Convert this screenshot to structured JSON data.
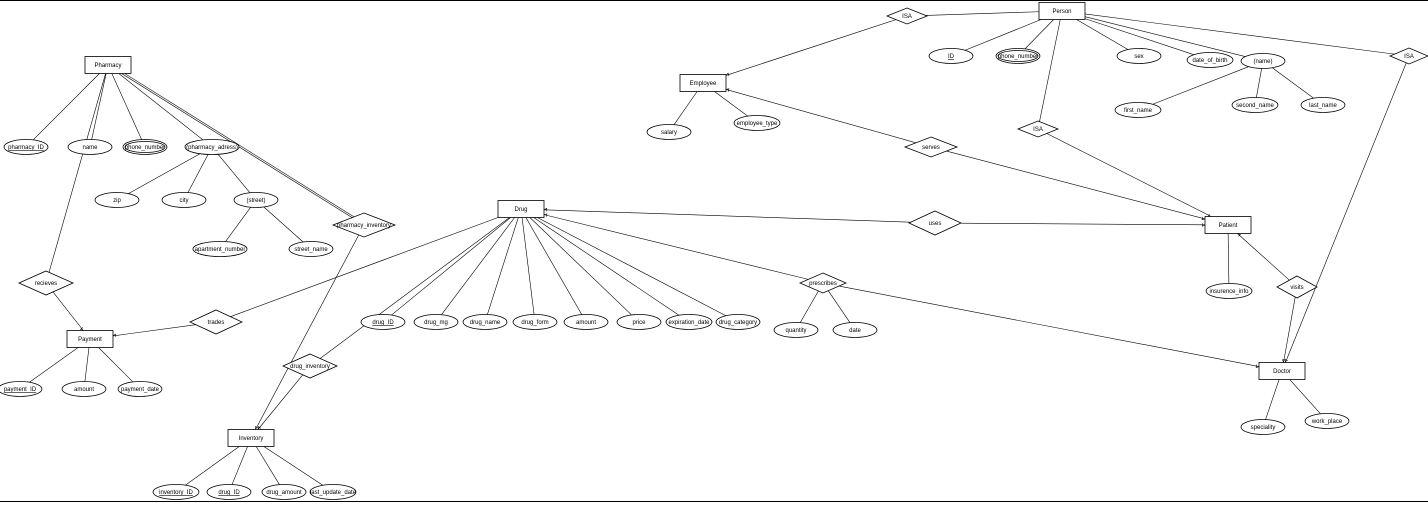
{
  "entities": [
    {
      "id": "pharmacy",
      "label": "Pharmacy"
    },
    {
      "id": "person",
      "label": "Person"
    },
    {
      "id": "employee",
      "label": "Employee"
    },
    {
      "id": "drug",
      "label": "Drug"
    },
    {
      "id": "patient",
      "label": "Patient"
    },
    {
      "id": "payment",
      "label": "Payment"
    },
    {
      "id": "inventory",
      "label": "Inventory"
    },
    {
      "id": "doctor",
      "label": "Doctor"
    }
  ],
  "attributes": [
    {
      "id": "pharmacy_id",
      "label": "pharmacy_ID",
      "key": true
    },
    {
      "id": "pharmacy_name",
      "label": "name"
    },
    {
      "id": "pharmacy_phone",
      "label": "phone_number",
      "multivalued": true
    },
    {
      "id": "pharmacy_adress",
      "label": "(pharmacy_adress)"
    },
    {
      "id": "zip",
      "label": "zip"
    },
    {
      "id": "city",
      "label": "city"
    },
    {
      "id": "street",
      "label": "(street)"
    },
    {
      "id": "apartment_number",
      "label": "apartment_number"
    },
    {
      "id": "street_name",
      "label": "street_name"
    },
    {
      "id": "person_id",
      "label": "ID",
      "key": true
    },
    {
      "id": "person_phone",
      "label": "phone_number",
      "multivalued": true
    },
    {
      "id": "sex",
      "label": "sex"
    },
    {
      "id": "date_of_birth",
      "label": "date_of_birth"
    },
    {
      "id": "name_comp",
      "label": "(name)"
    },
    {
      "id": "first_name",
      "label": "first_name"
    },
    {
      "id": "second_name",
      "label": "second_name"
    },
    {
      "id": "last_name",
      "label": "last_name"
    },
    {
      "id": "salary",
      "label": "salary"
    },
    {
      "id": "employee_type",
      "label": "employee_type"
    },
    {
      "id": "drug_id",
      "label": "drug_ID",
      "key": true
    },
    {
      "id": "drug_mg",
      "label": "drug_mg"
    },
    {
      "id": "drug_name",
      "label": "drug_name"
    },
    {
      "id": "drug_form",
      "label": "drug_form"
    },
    {
      "id": "drug_amount_attr",
      "label": "amount"
    },
    {
      "id": "price",
      "label": "price"
    },
    {
      "id": "expiration_date",
      "label": "expiration_date"
    },
    {
      "id": "drug_category",
      "label": "drug_category"
    },
    {
      "id": "quantity",
      "label": "quantity"
    },
    {
      "id": "date",
      "label": "date"
    },
    {
      "id": "insurence_info",
      "label": "insurence_info"
    },
    {
      "id": "payment_id",
      "label": "payment_ID",
      "key": true
    },
    {
      "id": "payment_amount",
      "label": "amount"
    },
    {
      "id": "payment_date",
      "label": "payment_date"
    },
    {
      "id": "inventory_id",
      "label": "inventory_ID",
      "key": true
    },
    {
      "id": "inv_drug_id",
      "label": "drug_ID",
      "key": true
    },
    {
      "id": "drug_amount",
      "label": "drug_amount"
    },
    {
      "id": "last_update_date",
      "label": "last_update_date"
    },
    {
      "id": "speciality",
      "label": "speciality"
    },
    {
      "id": "work_place",
      "label": "work_place"
    }
  ],
  "relationships": [
    {
      "id": "isa_employee",
      "label": "ISA"
    },
    {
      "id": "isa_patient",
      "label": "ISA"
    },
    {
      "id": "isa_doctor",
      "label": "ISA"
    },
    {
      "id": "serves",
      "label": "serves"
    },
    {
      "id": "uses",
      "label": "uses"
    },
    {
      "id": "pharmacy_inventory",
      "label": "pharmacy_inventory"
    },
    {
      "id": "recieves",
      "label": "recieves"
    },
    {
      "id": "trades",
      "label": "trades"
    },
    {
      "id": "drug_inventory",
      "label": "drug_inventory"
    },
    {
      "id": "prescribes",
      "label": "prescribes"
    },
    {
      "id": "visits",
      "label": "visits"
    }
  ]
}
